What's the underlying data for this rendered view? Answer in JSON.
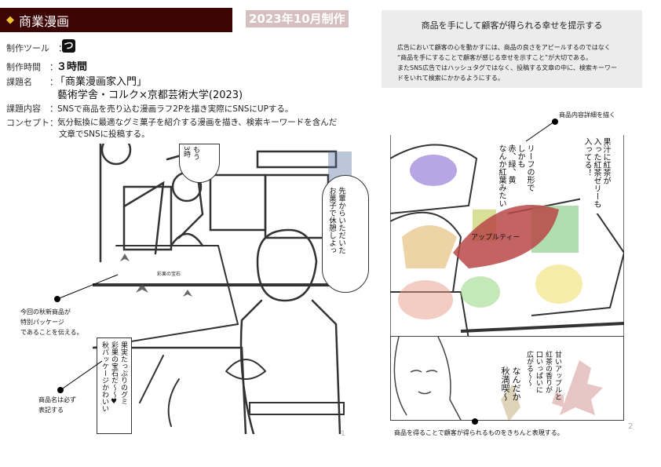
{
  "header": {
    "title": "商業漫画",
    "date_badge": "2023年10月制作"
  },
  "details": {
    "tool_label": "制作ツール　：",
    "tool_icon": "clip-studio-icon",
    "time_label": "制作時間　：",
    "time_value": "３時間",
    "assignment_label": "課題名　　：",
    "assignment_value_1": "「商業漫画家入門」",
    "assignment_value_2": "藝術学舎・コルク×京都芸術大学(2023)",
    "content_label": "課題内容　：",
    "content_value": "SNSで商品を売り込む漫画ラフ2Pを描き実際にSNSにUPする。",
    "concept_label": "コンセプト：",
    "concept_value_1": "気分転換に最適なグミ菓子を紹介する漫画を描き、検索キーワードを含んだ",
    "concept_value_2": "文章でSNSに投稿する。"
  },
  "info_box": {
    "title": "商品を手にして顧客が得られる幸せを提示する",
    "lines": [
      "広告において顧客の心を動かすには、商品の良さをアピールするのではなく",
      "“商品を手にすることで顧客が感じる幸せを示すこと”が大切である。",
      "またSNS広告ではハッシュタグではなく、投稿する文章の中に、検索キーワー",
      "ドをいれて検索にかかるようにする。"
    ]
  },
  "page1": {
    "bubble_time": "もう\n3時",
    "bubble_snack": "先輩からいただいた\nお菓子で休憩しよっ",
    "package_label": "彩果の宝石",
    "bubble_package": "果実たっぷりのグミ\n彩果の宝石だ〜〜♥\n秋パッケージかわいい",
    "note_package": "今回の秋新商品が\n特別パッケージ\nであることを伝える。",
    "note_name": "商品名は必ず\n表記する",
    "page_number": "1"
  },
  "page2": {
    "note_detail": "商品内容詳細を描く",
    "bubble_leaf": "リーフの形で\nしかも\n赤、緑、黄\nなんか紅葉みたい",
    "bubble_jelly": "果汁に紅茶が\n入った紅茶ゼリーも\n入ってる！",
    "gummy_label": "アップルティー",
    "bubble_aroma": "甘いアップルと\n紅茶の香りが\n口いっぱいに\n広がる〜〜",
    "bubble_autumn": "なんだか\n秋満喫〜",
    "caption": "商品を得ることで顧客が得られるものをきちんと表現する。",
    "page_number": "2"
  },
  "colors": {
    "title_bg": "#3d0404",
    "badge_bg": "#d6bfc1",
    "info_bg": "#ececec"
  }
}
